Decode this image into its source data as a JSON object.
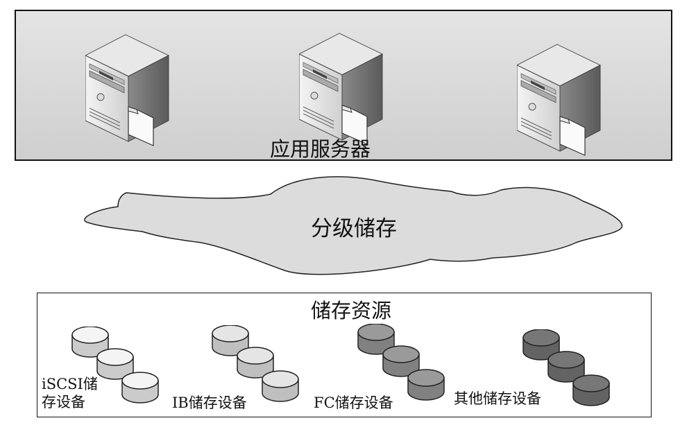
{
  "application_servers": {
    "label": "应用服务器",
    "servers": [
      {
        "icon": "server-tower-icon"
      },
      {
        "icon": "server-tower-icon"
      },
      {
        "icon": "server-tower-icon"
      }
    ]
  },
  "tiered_storage": {
    "label": "分级储存"
  },
  "storage_resources": {
    "label": "储存资源",
    "groups": [
      {
        "line1": "iSCSI储",
        "line2": "存设备",
        "color": "#e2e2e2",
        "icon": "disk-stack-icon"
      },
      {
        "label": "IB储存设备",
        "color": "#d4d4d4",
        "icon": "disk-stack-icon"
      },
      {
        "label": "FC储存设备",
        "color": "#8f8f8f",
        "icon": "disk-stack-icon"
      },
      {
        "label": "其他储存设备",
        "color": "#6e6e6e",
        "icon": "disk-stack-icon"
      }
    ]
  }
}
